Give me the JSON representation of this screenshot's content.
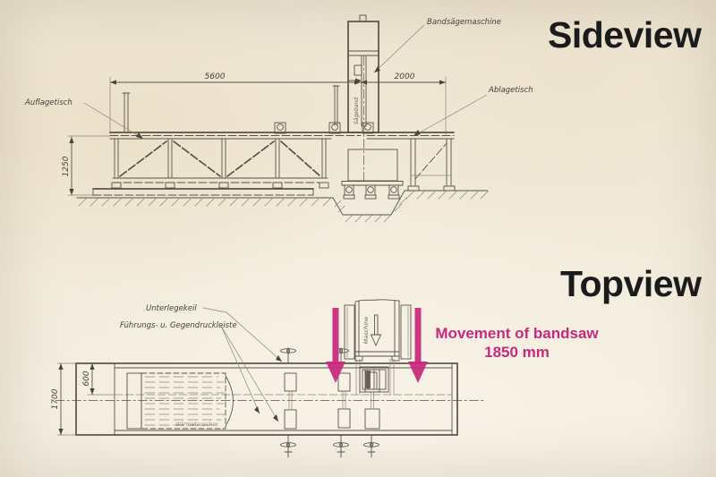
{
  "palette": {
    "paper": "#f1ead9",
    "ink": "#57534a",
    "magenta": "#c92a7c",
    "heading": "#1b1b1d"
  },
  "sideview": {
    "title": "Sideview",
    "labels": {
      "left_table": "Auflagetisch",
      "machine": "Bandsägemaschine",
      "right_table": "Ablagetisch",
      "band": "Sägeband"
    },
    "dimensions": {
      "left_table_length_mm": "5600",
      "right_table_length_mm": "2000",
      "table_height_mm": "1250"
    }
  },
  "topview": {
    "title": "Topview",
    "labels": {
      "wedge": "Unterlegekeil",
      "guide_strip": "Führungs- u. Gegendruckleiste",
      "log_note": "Wärmetauscher",
      "machine": "Maschine"
    },
    "dimensions": {
      "table_width_mm": "1700",
      "guide_offset_mm": "600"
    }
  },
  "annotation": {
    "movement_line1": "Movement of bandsaw",
    "movement_line2": "1850 mm"
  }
}
